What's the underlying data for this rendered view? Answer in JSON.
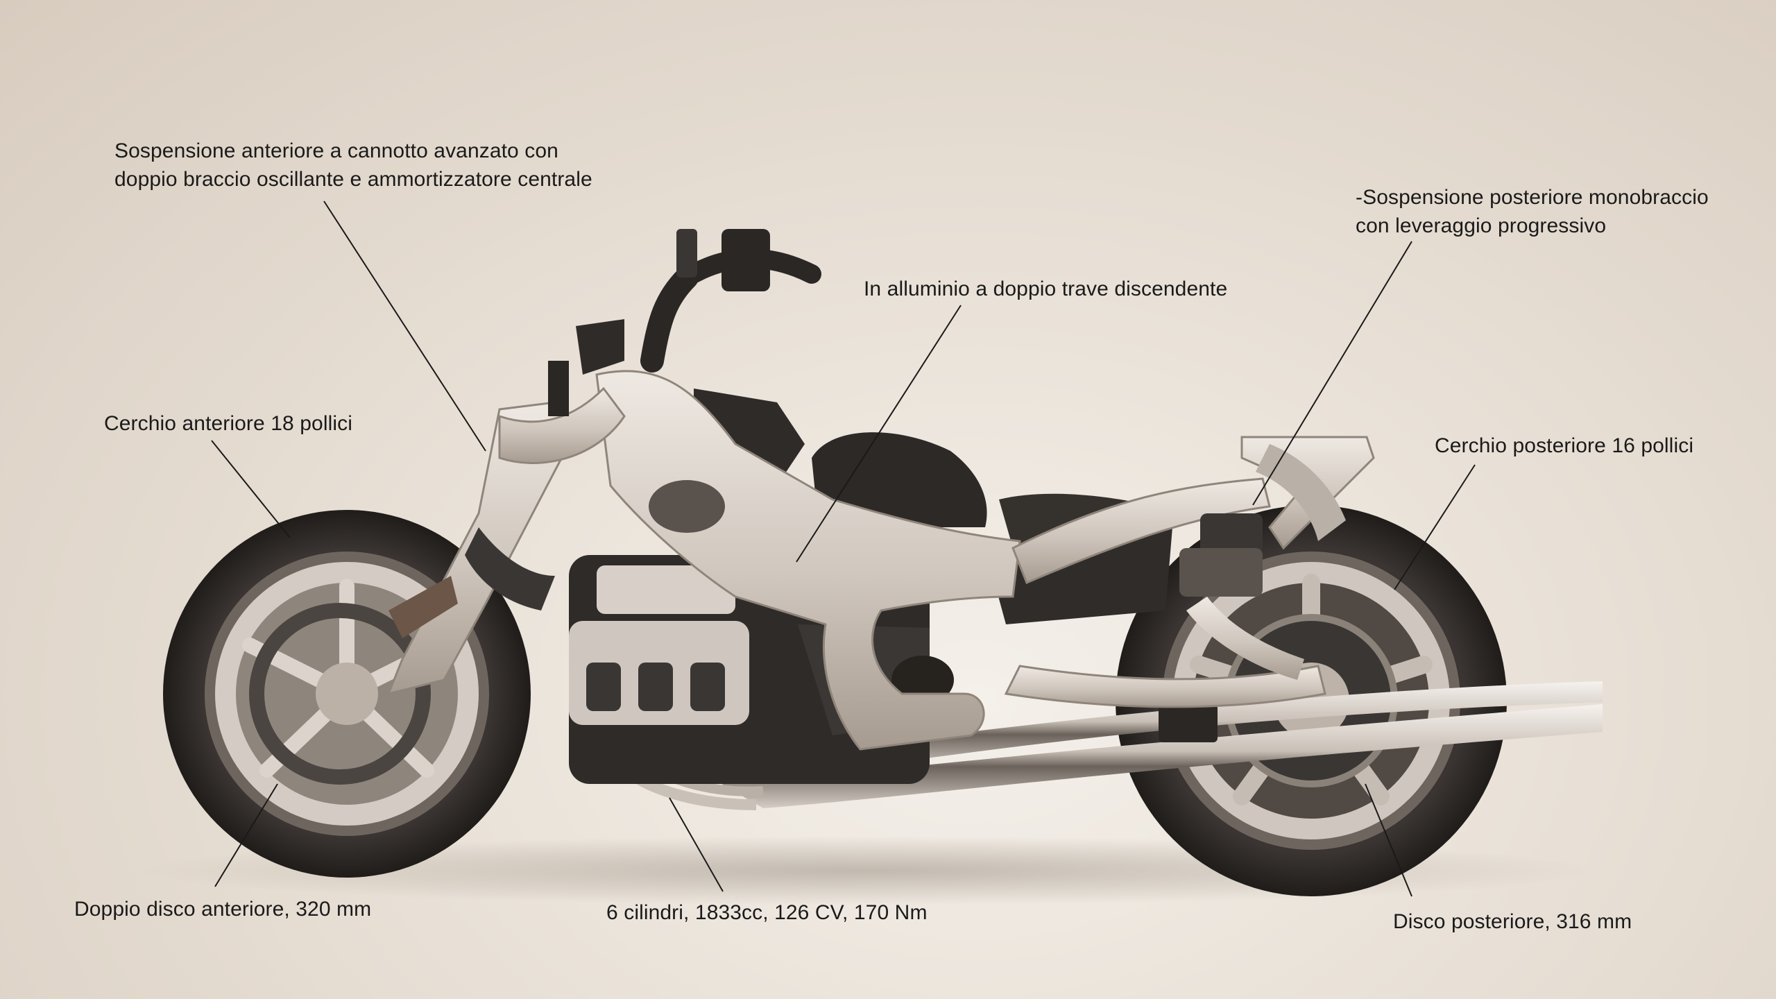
{
  "annotations": {
    "front_suspension": {
      "line1": "Sospensione anteriore a cannotto avanzato con",
      "line2": "doppio braccio oscillante e ammortizzatore centrale"
    },
    "rear_suspension": {
      "line1": "-Sospensione posteriore monobraccio",
      "line2": "con leveraggio progressivo"
    },
    "frame": "In alluminio a doppio trave discendente",
    "front_rim": "Cerchio anteriore 18 pollici",
    "rear_rim": "Cerchio posteriore 16 pollici",
    "front_disc": "Doppio disco anteriore, 320 mm",
    "engine": "6 cilindri, 1833cc, 126 CV,  170 Nm",
    "rear_disc": "Disco posteriore, 316 mm"
  },
  "colors": {
    "background": "#e8e0d6",
    "tire": "#2a2624",
    "aluminium": "#d9d2cb",
    "dark_parts": "#2c2a28",
    "leader_line": "#1a1a1a",
    "text": "#1a1a1a"
  }
}
